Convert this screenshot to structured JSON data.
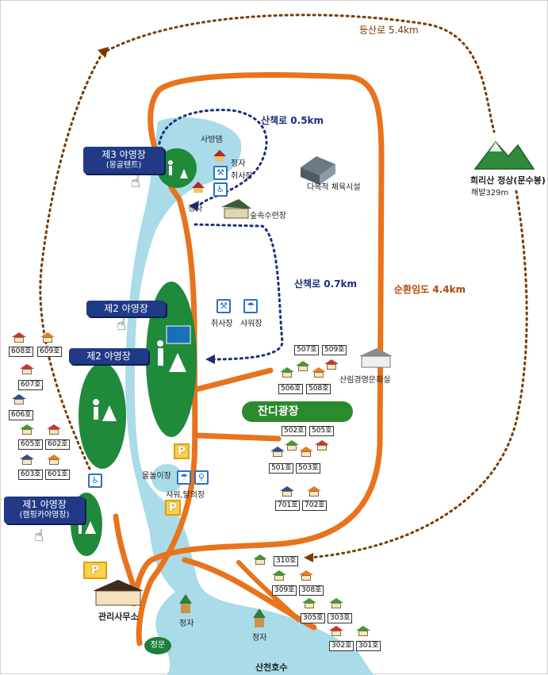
{
  "trails": {
    "hiking": "등산로 5.4km",
    "walk1": "산책로 0.5km",
    "walk2": "산책로 0.7km",
    "loop": "순환임도 4.4km"
  },
  "peak": {
    "name": "희리산 정상(문수봉)",
    "elevation": "해발329m"
  },
  "camps": {
    "camp3": {
      "title": "제3 야영장",
      "sub": "(몽골텐트)"
    },
    "camp2a": {
      "title": "제2 야영장"
    },
    "camp2b": {
      "title": "제2 야영장"
    },
    "camp1": {
      "title": "제1 야영장",
      "sub": "(캠핑카야영장)"
    }
  },
  "places": {
    "dam": "사방댐",
    "pavilion": "정자",
    "cooking": "취사장",
    "pavilion2": "정자",
    "gym": "다목적 체육시설",
    "forest_house": "숲속수련장",
    "cooking2": "취사장",
    "shower": "샤워장",
    "culture": "산림경영문화실",
    "lawn": "잔디광장",
    "waterplay": "물놀이장",
    "shower_changing": "샤워,탈의장",
    "office": "관리사무소",
    "pavilion3": "정자",
    "pavilion4": "정자",
    "gate": "정문",
    "lake": "산천호수"
  },
  "cabins": {
    "c608": "608호",
    "c609": "609호",
    "c607": "607호",
    "c606": "606호",
    "c605": "605호",
    "c602": "602호",
    "c603": "603호",
    "c601": "601호",
    "c507": "507호",
    "c509": "509호",
    "c506": "506호",
    "c508": "508호",
    "c502": "502호",
    "c505": "505호",
    "c501": "501호",
    "c503": "503호",
    "c701": "701호",
    "c702": "702호",
    "c310": "310호",
    "c309": "309호",
    "c308": "308호",
    "c305": "305호",
    "c303": "303호",
    "c302": "302호",
    "c301": "301호"
  },
  "parking": "P",
  "colors": {
    "road": "#e8731c",
    "trail": "#7a3b00",
    "walkpath": "#1b2f7a",
    "river": "#a9dbe8",
    "camp": "#1f8a3a",
    "tag": "#203a86"
  }
}
